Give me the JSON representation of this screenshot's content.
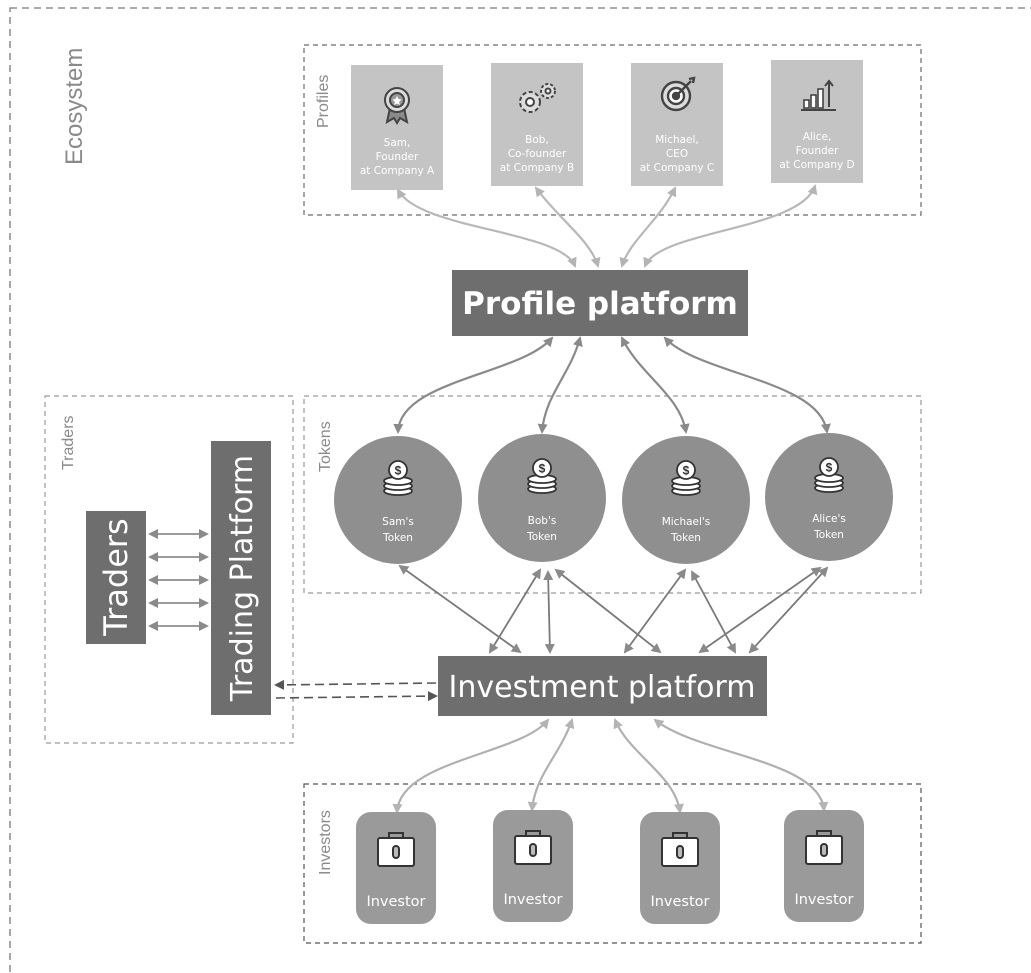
{
  "ecosystem": {
    "label": "Ecosystem"
  },
  "profiles": {
    "group_label": "Profiles",
    "cards": [
      {
        "lines": [
          "Sam,",
          "Founder",
          "at Company A"
        ],
        "icon": "award-ribbon-icon"
      },
      {
        "lines": [
          "Bob,",
          "Co-founder",
          "at Company B"
        ],
        "icon": "gears-icon"
      },
      {
        "lines": [
          "Michael,",
          "CEO",
          "at Company C"
        ],
        "icon": "target-icon"
      },
      {
        "lines": [
          "Alice,",
          "Founder",
          "at Company D"
        ],
        "icon": "growth-chart-icon"
      }
    ]
  },
  "profile_platform": {
    "label": "Profile platform"
  },
  "tokens": {
    "group_label": "Tokens",
    "items": [
      {
        "lines": [
          "Sam's",
          "Token"
        ],
        "icon": "coin-stack-icon"
      },
      {
        "lines": [
          "Bob's",
          "Token"
        ],
        "icon": "coin-stack-icon"
      },
      {
        "lines": [
          "Michael's",
          "Token"
        ],
        "icon": "coin-stack-icon"
      },
      {
        "lines": [
          "Alice's",
          "Token"
        ],
        "icon": "coin-stack-icon"
      }
    ]
  },
  "traders": {
    "group_label": "Traders",
    "box_label": "Traders",
    "platform_label": "Trading Platform"
  },
  "investment_platform": {
    "label": "Investment platform"
  },
  "investors": {
    "group_label": "Investors",
    "items": [
      {
        "label": "Investor",
        "icon": "briefcase-icon"
      },
      {
        "label": "Investor",
        "icon": "briefcase-icon"
      },
      {
        "label": "Investor",
        "icon": "briefcase-icon"
      },
      {
        "label": "Investor",
        "icon": "briefcase-icon"
      }
    ]
  },
  "colors": {
    "frame_dash": "#7a7a7a",
    "card_fill": "#c4c4c4",
    "platform_fill": "#6e6e6e",
    "token_fill": "#8f8f8f",
    "arrow_dark": "#8a8a8a",
    "arrow_light": "#b8b8b8"
  }
}
